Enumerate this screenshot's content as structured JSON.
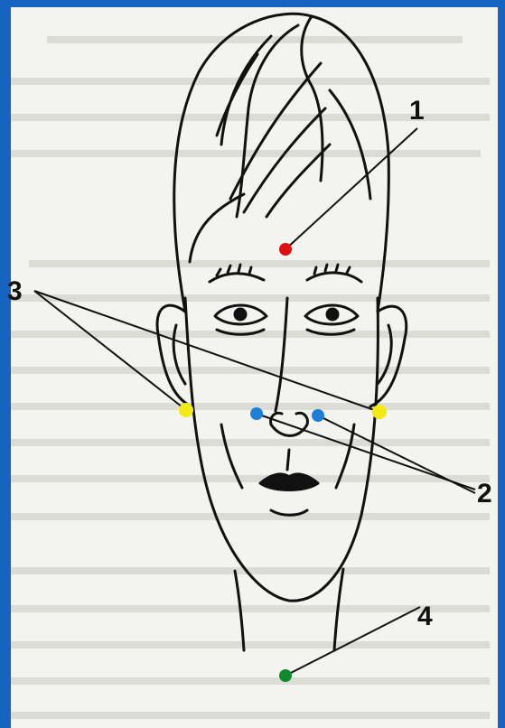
{
  "labels": {
    "one": "1",
    "two": "2",
    "three": "3",
    "four": "4"
  },
  "colors": {
    "frame": "#1565c0",
    "paper": "#f3f3ef",
    "ink": "#111111",
    "point_red": "#e01010",
    "point_blue": "#1e7fd6",
    "point_yellow": "#f2ea14",
    "point_green": "#0f8a2c"
  }
}
